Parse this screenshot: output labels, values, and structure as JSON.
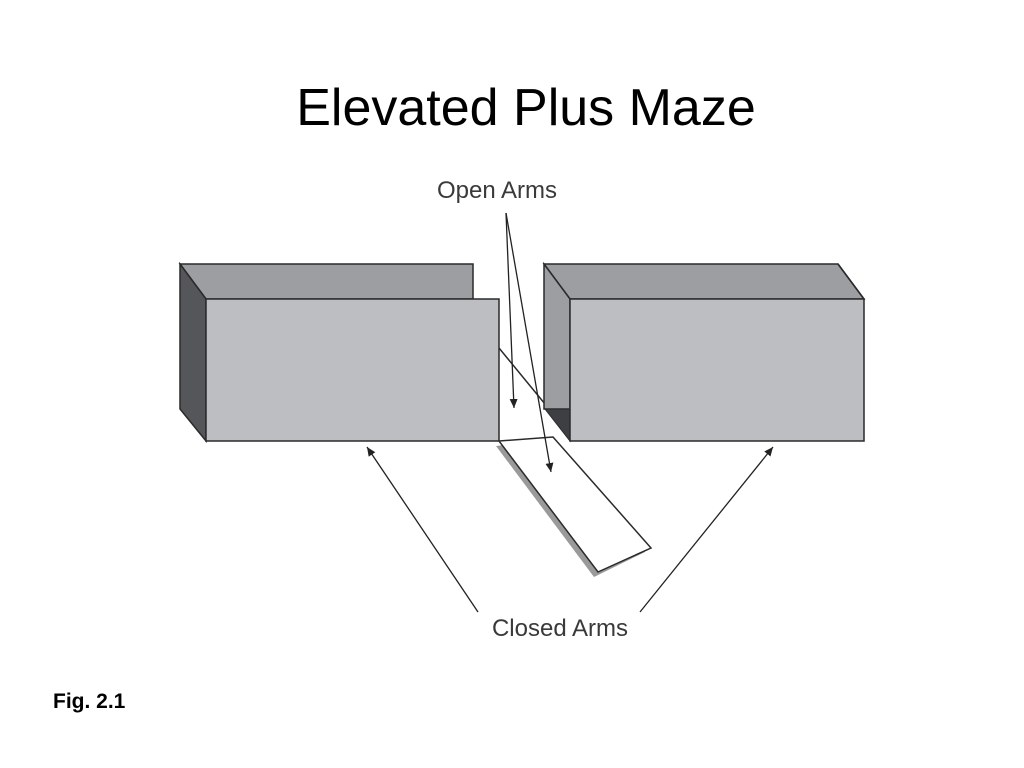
{
  "title": "Elevated Plus Maze",
  "labels": {
    "open_arms": "Open Arms",
    "closed_arms": "Closed Arms"
  },
  "caption": "Fig. 2.1",
  "colors": {
    "wall_front": "#bdbec2",
    "wall_back": "#9d9ea2",
    "wall_side": "#55565a",
    "outline": "#2a2a2a",
    "open_arm_fill": "#ffffff",
    "open_arm_shadow": "#9a9a9a"
  }
}
